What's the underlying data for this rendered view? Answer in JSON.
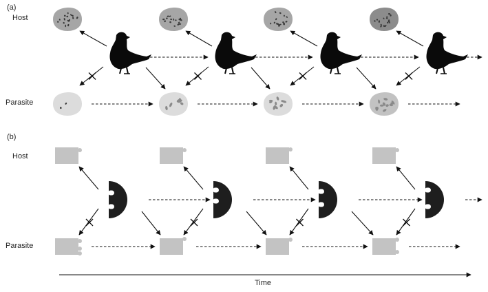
{
  "panels": [
    {
      "id": "a",
      "label": "(a)",
      "host_label": "Host",
      "parasite_label": "Parasite",
      "generations": 4
    },
    {
      "id": "b",
      "label": "(b)",
      "host_label": "Host",
      "parasite_label": "Parasite",
      "generations": 4
    }
  ],
  "time_axis": {
    "label": "Time"
  },
  "colors": {
    "host_egg": "#a6a6a6",
    "host_egg_dark": "#8c8c8c",
    "parasite_egg": "#dcdcdc",
    "parasite_egg_late": "#c2c2c2",
    "egg_spot": "#3a3a3a",
    "parasite_spot": "#8a8a8a",
    "bird": "#0a0a0a",
    "lock": "#1e1e1e",
    "key": "#c3c3c3",
    "arrow": "#111111"
  },
  "icons": {
    "host": "speckled-egg",
    "parasite": "mimic-egg",
    "vector": "bird-silhouette",
    "lock": "lock-shape",
    "key": "key-shape",
    "blocked": "cross-mark"
  }
}
